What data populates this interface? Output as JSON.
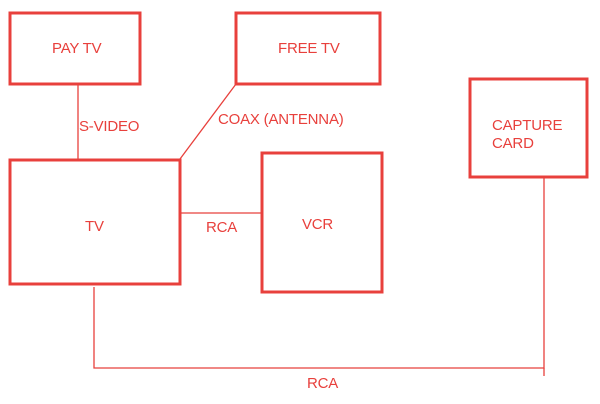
{
  "colors": {
    "accent": "#e8403c",
    "background": "#ffffff"
  },
  "nodes": {
    "pay_tv": "PAY TV",
    "free_tv": "FREE TV",
    "capture_card_line1": "CAPTURE",
    "capture_card_line2": "CARD",
    "tv": "TV",
    "vcr": "VCR"
  },
  "connections": {
    "pay_tv_to_tv": "S-VIDEO",
    "free_tv_to_tv": "COAX (ANTENNA)",
    "tv_to_vcr": "RCA",
    "tv_to_capture_card": "RCA"
  }
}
